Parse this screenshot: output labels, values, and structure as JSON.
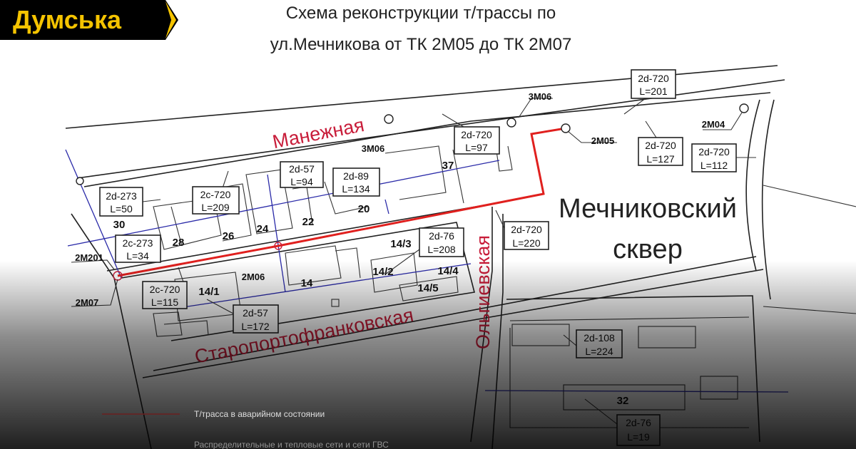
{
  "logo": {
    "text": "Думська",
    "bg": "#000000",
    "color": "#f5c400"
  },
  "title": {
    "line1": "Схема реконструкции т/трассы по",
    "line2": "ул.Мечникова от ТК 2М05 до ТК 2М07"
  },
  "streets": {
    "manezhnaya": "Манежная",
    "staroportofrankovskaya": "Старопортофранковская",
    "olgievskaya": "Ольгиевская"
  },
  "square": {
    "line1": "Мечниковский",
    "line2": "сквер"
  },
  "pipe_labels": [
    {
      "type": "2d-273",
      "length": "L=50"
    },
    {
      "type": "2c-273",
      "length": "L=34"
    },
    {
      "type": "2c-720",
      "length": "L=209"
    },
    {
      "type": "2d-57",
      "length": "L=94"
    },
    {
      "type": "2d-89",
      "length": "L=134"
    },
    {
      "type": "2d-720",
      "length": "L=97"
    },
    {
      "type": "2d-720",
      "length": "L=201"
    },
    {
      "type": "2d-720",
      "length": "L=127"
    },
    {
      "type": "2d-720",
      "length": "L=112"
    },
    {
      "type": "2d-720",
      "length": "L=220"
    },
    {
      "type": "2d-76",
      "length": "L=208"
    },
    {
      "type": "2c-720",
      "length": "L=115"
    },
    {
      "type": "2d-57",
      "length": "L=172"
    },
    {
      "type": "2d-108",
      "length": "L=224"
    },
    {
      "type": "2d-76",
      "length": "L=19"
    }
  ],
  "nodes": [
    "3М06",
    "3М06",
    "2М05",
    "2М04",
    "2М201",
    "2М07",
    "2М06"
  ],
  "buildings": [
    "30",
    "28",
    "26",
    "24",
    "22",
    "20",
    "37",
    "14",
    "14/1",
    "14/2",
    "14/3",
    "14/4",
    "14/5",
    "32"
  ],
  "legend": [
    {
      "label": "Т/трасса в аварийном состоянии",
      "color": "#e0201e"
    },
    {
      "label": "Распределительные и тепловые сети и сети ГВС",
      "color": "#2a2aa8"
    }
  ]
}
